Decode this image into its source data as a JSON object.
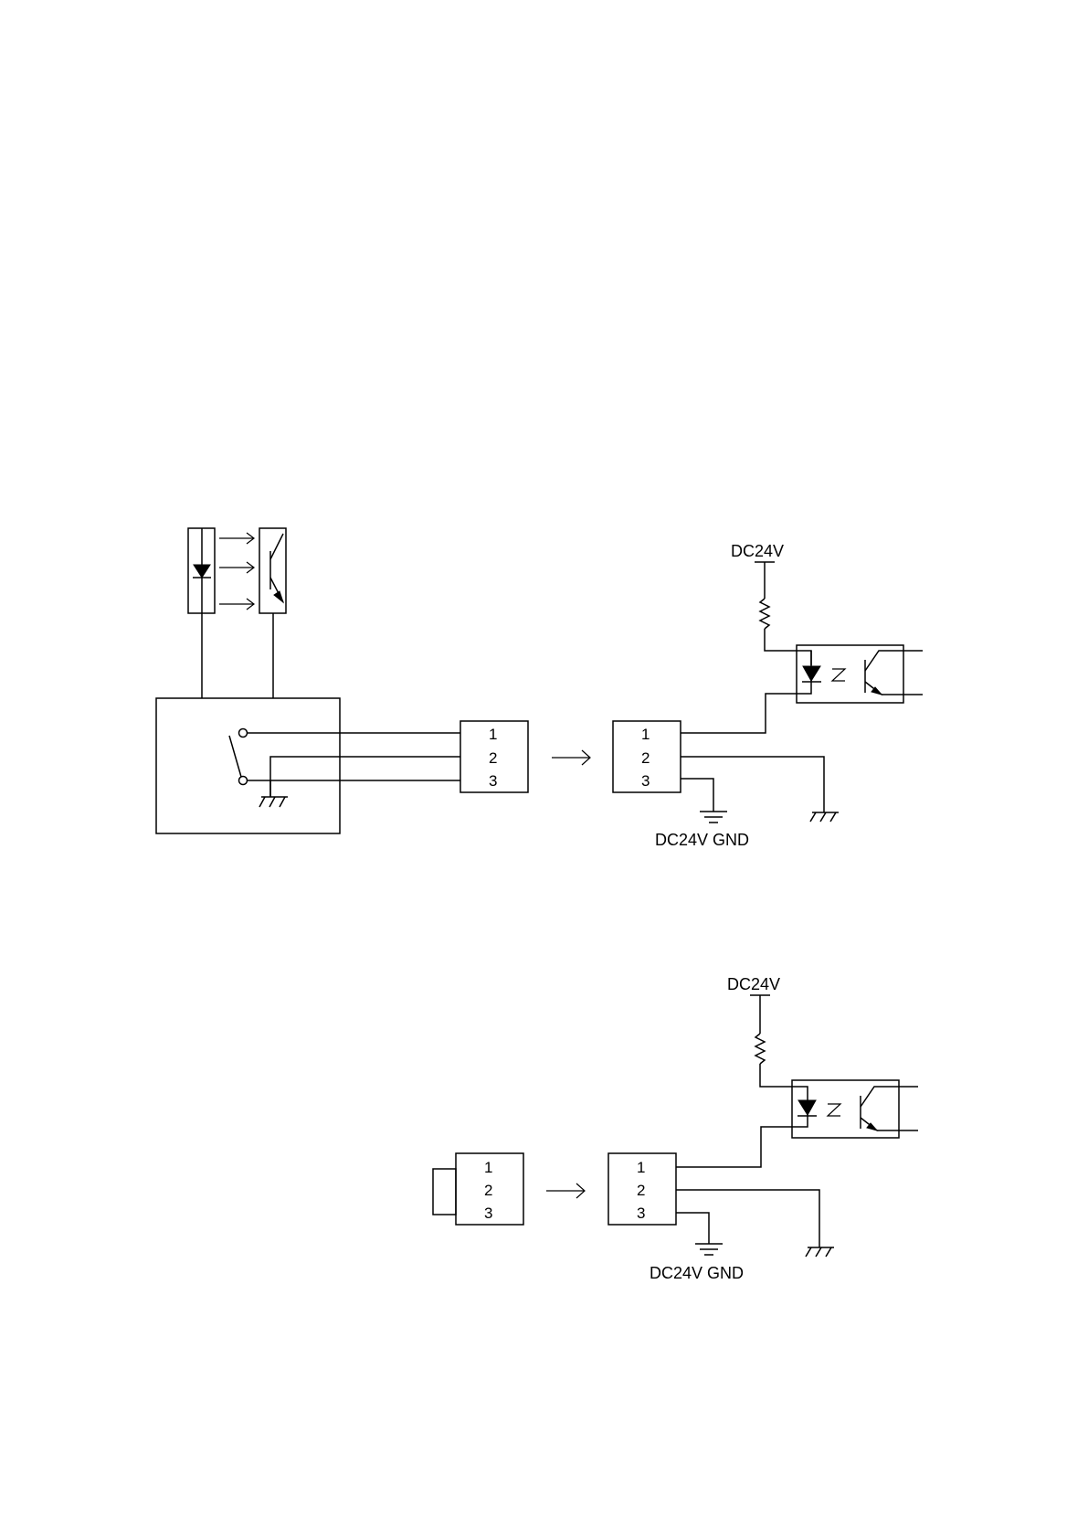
{
  "diagram_top": {
    "supply_label": "DC24V",
    "ground_label": "DC24V GND",
    "sensor_connector_pins": [
      "1",
      "2",
      "3"
    ],
    "input_connector_pins": [
      "1",
      "2",
      "3"
    ]
  },
  "diagram_bottom": {
    "supply_label": "DC24V",
    "ground_label": "DC24V GND",
    "plug_connector_pins": [
      "1",
      "2",
      "3"
    ],
    "input_connector_pins": [
      "1",
      "2",
      "3"
    ]
  }
}
